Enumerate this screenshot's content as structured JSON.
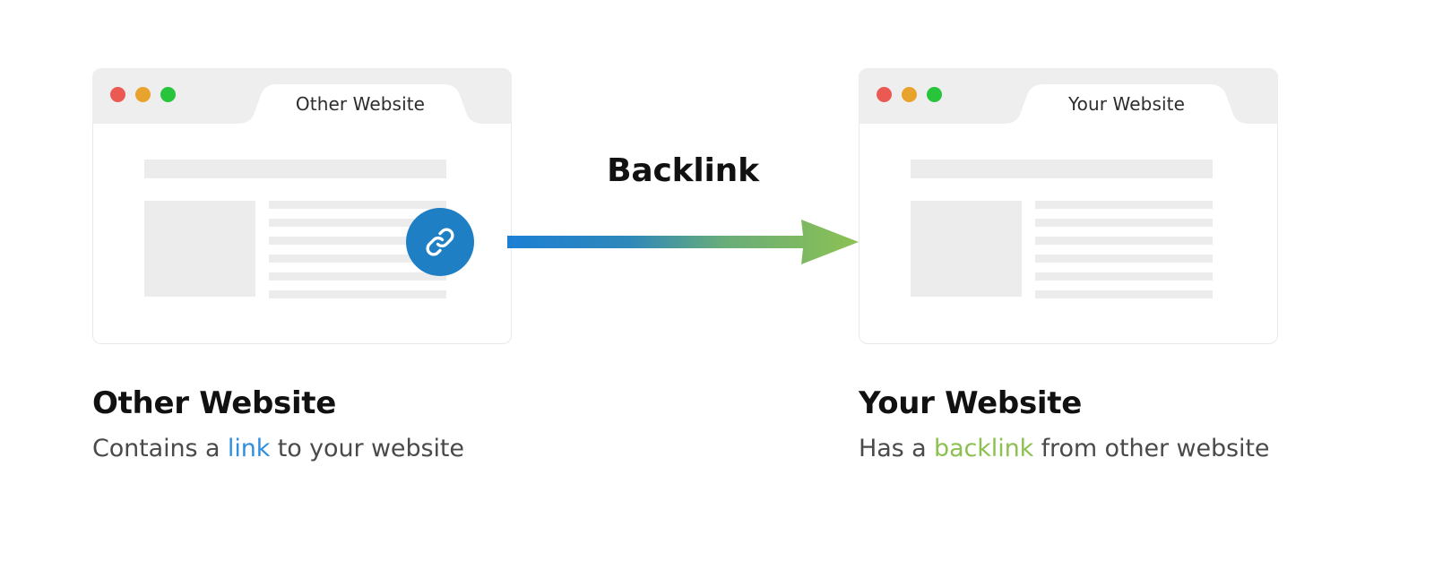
{
  "theme": {
    "background": "#ffffff",
    "chrome_gray": "#eeeeee",
    "placeholder_gray": "#ececec",
    "border_gray": "#e9e9e9",
    "badge_blue": "#1f7fc4",
    "arrow_start": "#1c7fd4",
    "arrow_end": "#8cc152",
    "link_blue": "#2e8fe0",
    "link_green": "#8cc152",
    "dot_red": "#eb5a52",
    "dot_amber": "#e8a32c",
    "dot_green": "#28c43c",
    "title_black": "#111111",
    "body_gray": "#4a4a4a"
  },
  "arrow": {
    "label": "Backlink",
    "direction": "left-to-right",
    "icon": "arrow-right-icon"
  },
  "windows": [
    {
      "id": "other-website",
      "tab_label": "Other Website",
      "traffic_lights": [
        "close-dot",
        "minimize-dot",
        "maximize-dot"
      ],
      "content": {
        "header_placeholder": "header-bar-placeholder",
        "image_placeholder": "image-block-placeholder",
        "text_line_count": 6,
        "badge": {
          "icon": "link-icon",
          "visible": true
        }
      }
    },
    {
      "id": "your-website",
      "tab_label": "Your Website",
      "traffic_lights": [
        "close-dot",
        "minimize-dot",
        "maximize-dot"
      ],
      "content": {
        "header_placeholder": "header-bar-placeholder",
        "image_placeholder": "image-block-placeholder",
        "text_line_count": 6,
        "badge": {
          "icon": "link-icon",
          "visible": false
        }
      }
    }
  ],
  "captions": {
    "left": {
      "title": "Other Website",
      "sub_before": "Contains a ",
      "sub_highlight": "link",
      "sub_after": " to your website"
    },
    "right": {
      "title": "Your Website",
      "sub_before": "Has a ",
      "sub_highlight": "backlink",
      "sub_after": " from other website"
    }
  }
}
